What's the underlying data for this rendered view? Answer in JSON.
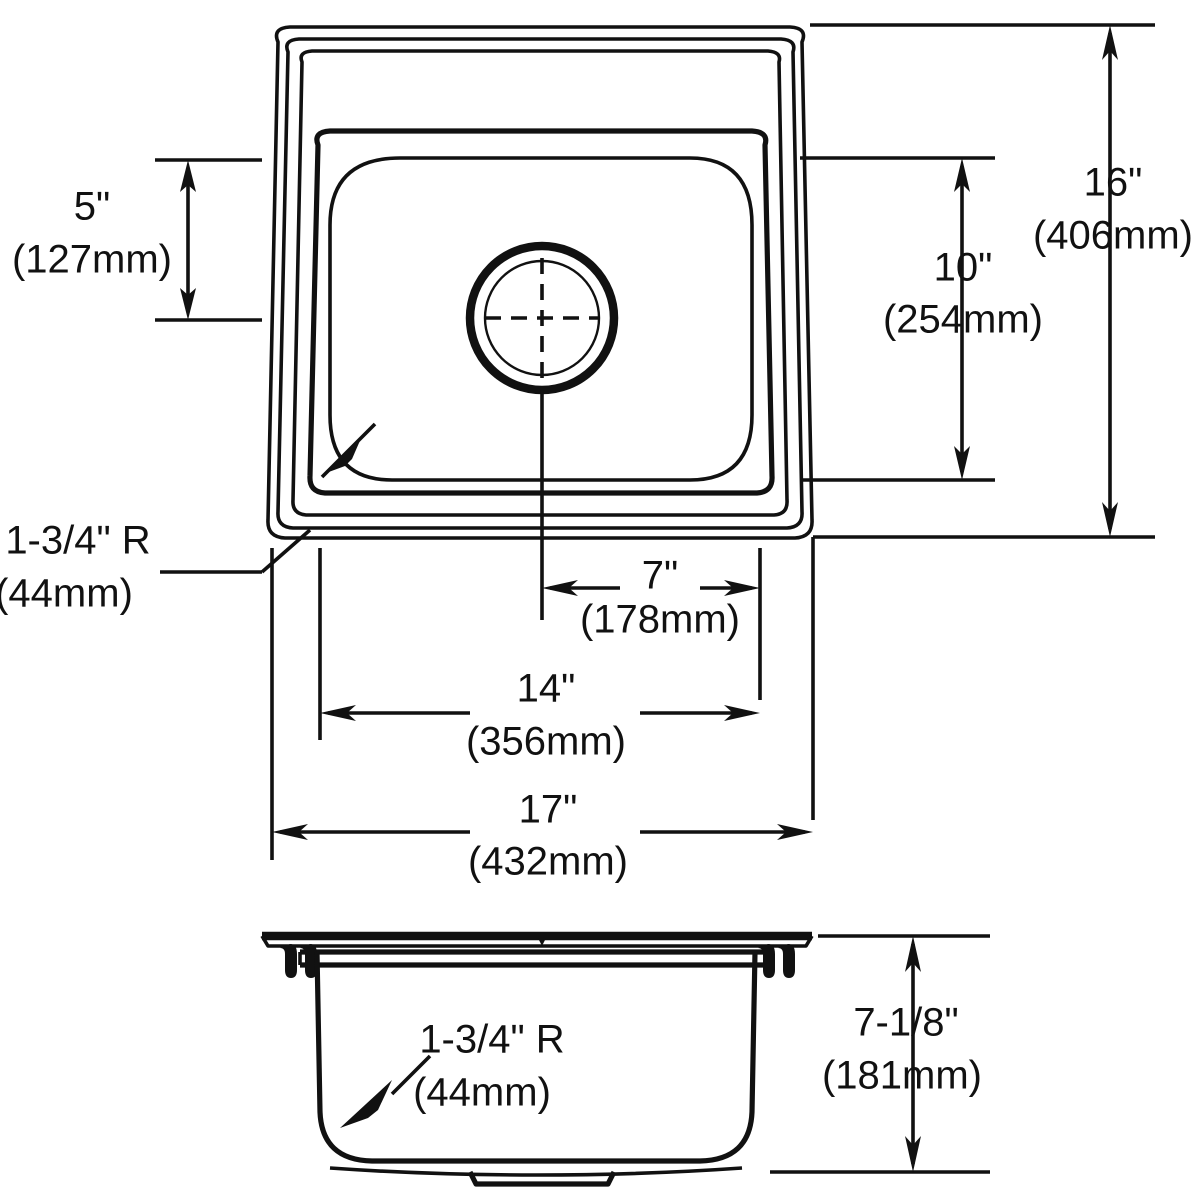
{
  "drawing": {
    "title": "Sink Specification Drawing",
    "views": {
      "top": "top-plan-view",
      "section": "front-section-view"
    },
    "units": {
      "primary": "inches",
      "secondary": "millimeters"
    }
  },
  "dimensions": {
    "left_depth": {
      "id": "dim-5in",
      "imperial": "5\"",
      "metric": "(127mm)",
      "orientation": "vertical",
      "view": "top"
    },
    "bowl_height_top": {
      "id": "dim-10in",
      "imperial": "10\"",
      "metric": "(254mm)",
      "orientation": "vertical",
      "view": "top"
    },
    "overall_depth": {
      "id": "dim-16in",
      "imperial": "16\"",
      "metric": "(406mm)",
      "orientation": "vertical",
      "view": "top"
    },
    "corner_radius_top": {
      "id": "dim-radius-top",
      "imperial": "1-3/4\" R",
      "metric": "(44mm)",
      "orientation": "leader",
      "view": "top"
    },
    "drain_offset": {
      "id": "dim-7in",
      "imperial": "7\"",
      "metric": "(178mm)",
      "orientation": "horizontal",
      "view": "top"
    },
    "bowl_width": {
      "id": "dim-14in",
      "imperial": "14\"",
      "metric": "(356mm)",
      "orientation": "horizontal",
      "view": "top"
    },
    "overall_width": {
      "id": "dim-17in",
      "imperial": "17\"",
      "metric": "(432mm)",
      "orientation": "horizontal",
      "view": "top"
    },
    "corner_radius_section": {
      "id": "dim-radius-section",
      "imperial": "1-3/4\" R",
      "metric": "(44mm)",
      "orientation": "leader",
      "view": "section"
    },
    "bowl_depth": {
      "id": "dim-7125in",
      "imperial": "7-1/8\"",
      "metric": "(181mm)",
      "orientation": "vertical",
      "view": "section"
    }
  },
  "colors": {
    "line": "#111111",
    "background": "#ffffff"
  }
}
